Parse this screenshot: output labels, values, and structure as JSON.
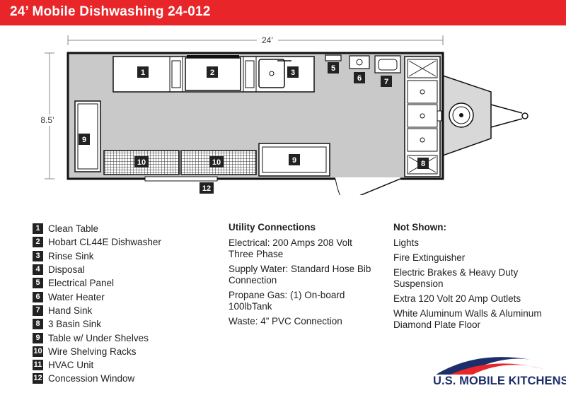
{
  "header": {
    "title": "24’ Mobile Dishwashing 24-012"
  },
  "dimensions": {
    "length": "24’",
    "width": "8.5’"
  },
  "plan_markers": [
    "1",
    "2",
    "3",
    "5",
    "6",
    "7",
    "8",
    "9",
    "9",
    "10",
    "10",
    "12"
  ],
  "legend": [
    {
      "num": "1",
      "label": "Clean Table"
    },
    {
      "num": "2",
      "label": "Hobart CL44E Dishwasher"
    },
    {
      "num": "3",
      "label": "Rinse Sink"
    },
    {
      "num": "4",
      "label": "Disposal"
    },
    {
      "num": "5",
      "label": "Electrical Panel"
    },
    {
      "num": "6",
      "label": "Water Heater"
    },
    {
      "num": "7",
      "label": "Hand Sink"
    },
    {
      "num": "8",
      "label": "3 Basin Sink"
    },
    {
      "num": "9",
      "label": "Table w/ Under Shelves"
    },
    {
      "num": "10",
      "label": "Wire Shelving Racks"
    },
    {
      "num": "11",
      "label": "HVAC Unit"
    },
    {
      "num": "12",
      "label": "Concession Window"
    }
  ],
  "utility": {
    "title": "Utility Connections",
    "items": [
      "Electrical: 200 Amps 208 Volt Three Phase",
      "Supply Water: Standard Hose Bib Connection",
      "Propane Gas: (1) On-board 100lbTank",
      "Waste: 4” PVC Connection"
    ]
  },
  "not_shown": {
    "title": "Not Shown:",
    "items": [
      "Lights",
      "Fire Extinguisher",
      "Electric Brakes & Heavy Duty Suspension",
      "Extra 120 Volt 20 Amp Outlets",
      "White Aluminum Walls & Aluminum Diamond Plate Floor"
    ]
  },
  "logo": {
    "text": "U.S. MOBILE KITCHENS",
    "colors": {
      "blue": "#1d2f6b",
      "red": "#e8262a"
    }
  },
  "colors": {
    "header": "#e8262a",
    "floor": "#c9c9c9",
    "wall": "#111111",
    "marker": "#222222"
  }
}
